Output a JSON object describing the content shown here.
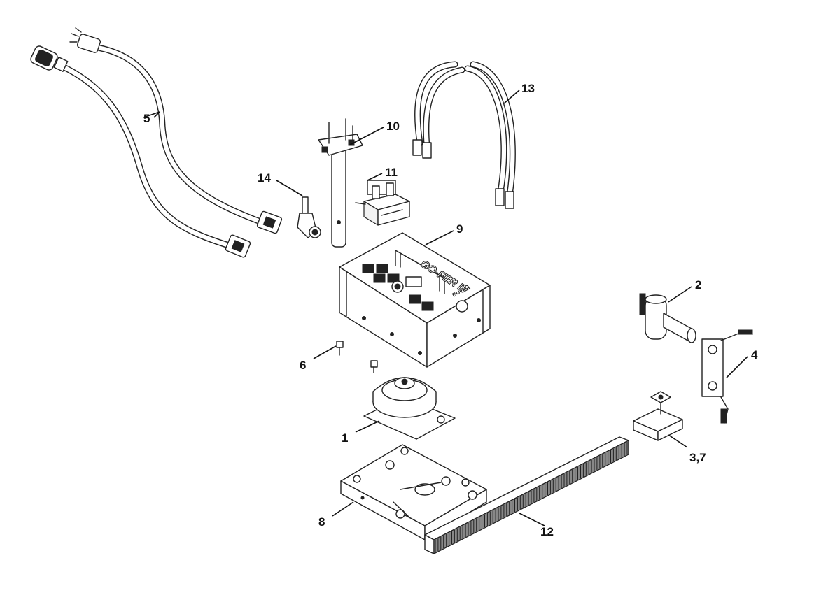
{
  "diagram": {
    "callouts": [
      {
        "id": "c1",
        "text": "1"
      },
      {
        "id": "c2",
        "text": "2"
      },
      {
        "id": "c37",
        "text": "3,7"
      },
      {
        "id": "c4",
        "text": "4"
      },
      {
        "id": "c5",
        "text": "5"
      },
      {
        "id": "c6",
        "text": "6"
      },
      {
        "id": "c8",
        "text": "8"
      },
      {
        "id": "c9",
        "text": "9"
      },
      {
        "id": "c10",
        "text": "10"
      },
      {
        "id": "c11",
        "text": "11"
      },
      {
        "id": "c12",
        "text": "12"
      },
      {
        "id": "c13",
        "text": "13"
      },
      {
        "id": "c14",
        "text": "14"
      }
    ],
    "box_brand": "BUG-O",
    "box_model": "GO-FER IV"
  }
}
